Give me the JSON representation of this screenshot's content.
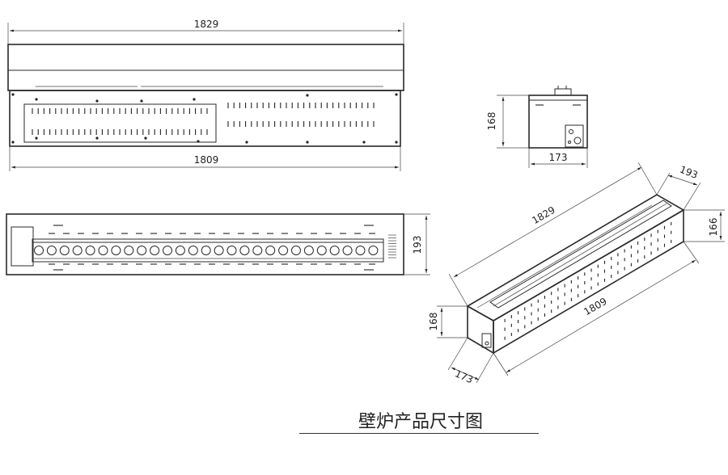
{
  "caption": "壁炉产品尺寸图",
  "dimensions": {
    "front_top_width": "1829",
    "front_bottom_width": "1809",
    "side_height": "168",
    "side_depth": "173",
    "top_depth": "193",
    "iso_length_top": "1829",
    "iso_length_bottom": "1809",
    "iso_depth_top": "193",
    "iso_height_right": "166",
    "iso_height_left": "168",
    "iso_depth_left": "173"
  }
}
